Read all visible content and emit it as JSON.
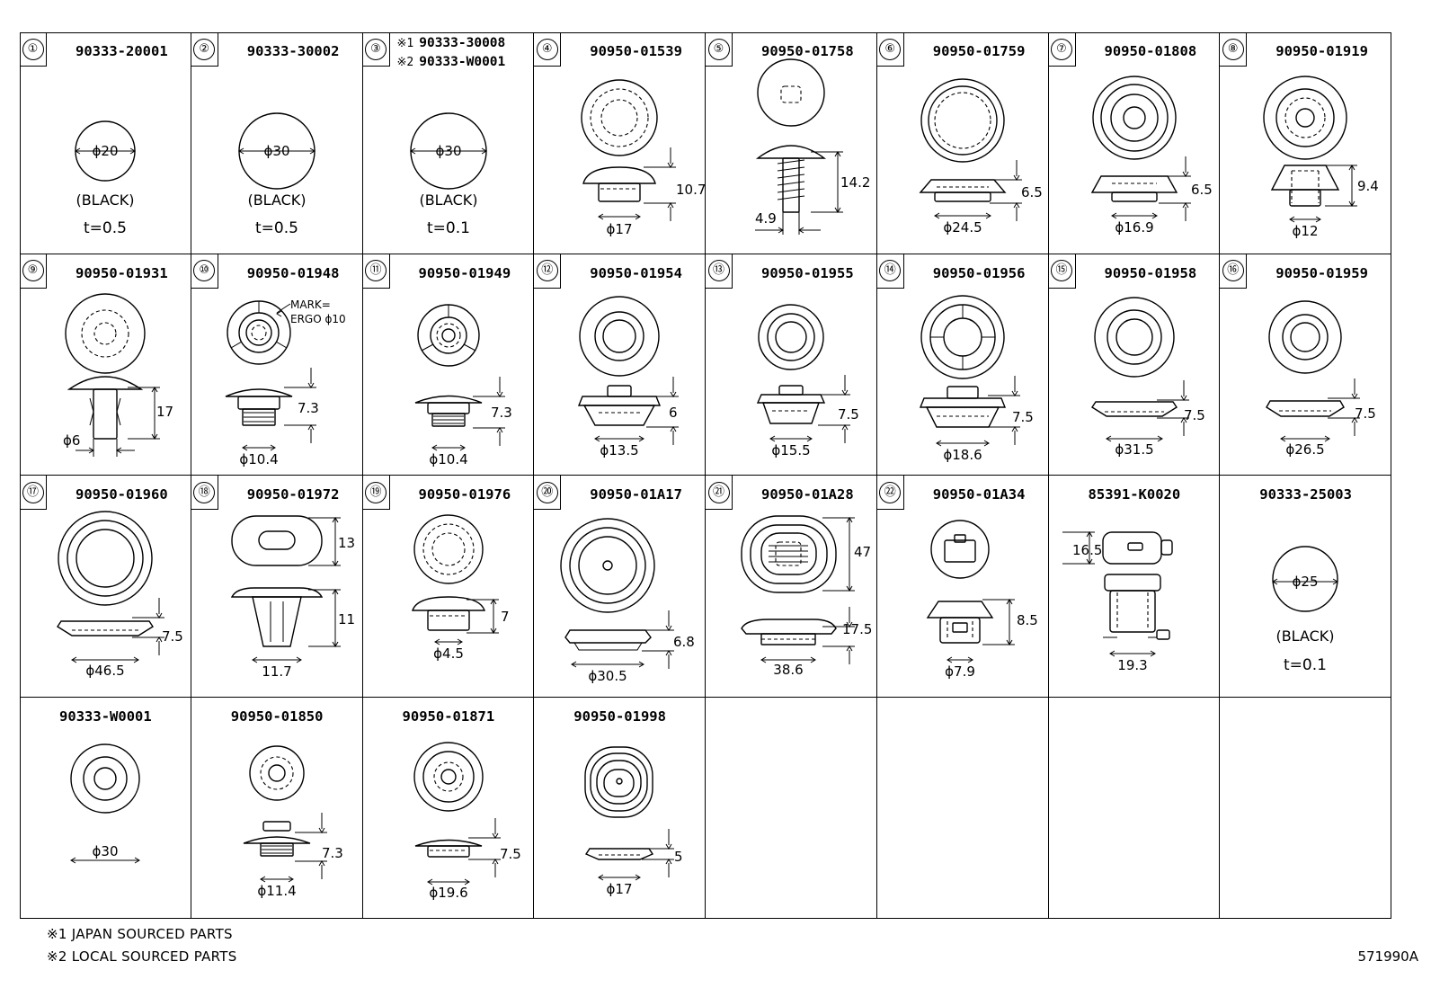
{
  "diagram": {
    "footnotes": [
      "※1 JAPAN SOURCED PARTS",
      "※2 LOCAL SOURCED PARTS"
    ],
    "figure_id": "571990A"
  },
  "parts": [
    {
      "num": "①",
      "pn": "90333-20001",
      "dims": [
        "ϕ20"
      ],
      "color": "(BLACK)",
      "thickness": "t=0.5"
    },
    {
      "num": "②",
      "pn": "90333-30002",
      "dims": [
        "ϕ30"
      ],
      "color": "(BLACK)",
      "thickness": "t=0.5"
    },
    {
      "num": "③",
      "pn_lines": [
        {
          "mark": "※1",
          "pn": "90333-30008"
        },
        {
          "mark": "※2",
          "pn": "90333-W0001"
        }
      ],
      "dims": [
        "ϕ30"
      ],
      "color": "(BLACK)",
      "thickness": "t=0.1"
    },
    {
      "num": "④",
      "pn": "90950-01539",
      "dims": [
        "10.7",
        "ϕ17"
      ]
    },
    {
      "num": "⑤",
      "pn": "90950-01758",
      "dims": [
        "14.2",
        "4.9"
      ]
    },
    {
      "num": "⑥",
      "pn": "90950-01759",
      "dims": [
        "6.5",
        "ϕ24.5"
      ]
    },
    {
      "num": "⑦",
      "pn": "90950-01808",
      "dims": [
        "6.5",
        "ϕ16.9"
      ]
    },
    {
      "num": "⑧",
      "pn": "90950-01919",
      "dims": [
        "9.4",
        "ϕ12"
      ]
    },
    {
      "num": "⑨",
      "pn": "90950-01931",
      "dims": [
        "17",
        "ϕ6"
      ]
    },
    {
      "num": "⑩",
      "pn": "90950-01948",
      "dims": [
        "7.3",
        "ϕ10.4"
      ],
      "notes": [
        "MARK=",
        "ERGO ϕ10"
      ]
    },
    {
      "num": "⑪",
      "pn": "90950-01949",
      "dims": [
        "7.3",
        "ϕ10.4"
      ]
    },
    {
      "num": "⑫",
      "pn": "90950-01954",
      "dims": [
        "6",
        "ϕ13.5"
      ]
    },
    {
      "num": "⑬",
      "pn": "90950-01955",
      "dims": [
        "7.5",
        "ϕ15.5"
      ]
    },
    {
      "num": "⑭",
      "pn": "90950-01956",
      "dims": [
        "7.5",
        "ϕ18.6"
      ]
    },
    {
      "num": "⑮",
      "pn": "90950-01958",
      "dims": [
        "7.5",
        "ϕ31.5"
      ]
    },
    {
      "num": "⑯",
      "pn": "90950-01959",
      "dims": [
        "7.5",
        "ϕ26.5"
      ]
    },
    {
      "num": "⑰",
      "pn": "90950-01960",
      "dims": [
        "7.5",
        "ϕ46.5"
      ]
    },
    {
      "num": "⑱",
      "pn": "90950-01972",
      "dims": [
        "13",
        "11",
        "11.7"
      ]
    },
    {
      "num": "⑲",
      "pn": "90950-01976",
      "dims": [
        "7",
        "ϕ4.5"
      ]
    },
    {
      "num": "⑳",
      "pn": "90950-01A17",
      "dims": [
        "6.8",
        "ϕ30.5"
      ]
    },
    {
      "num": "㉑",
      "pn": "90950-01A28",
      "dims": [
        "47",
        "17.5",
        "38.6"
      ]
    },
    {
      "num": "㉒",
      "pn": "90950-01A34",
      "dims": [
        "8.5",
        "ϕ7.9"
      ]
    },
    {
      "num": "",
      "pn": "85391-K0020",
      "dims": [
        "16.5",
        "19.3"
      ]
    },
    {
      "num": "",
      "pn": "90333-25003",
      "dims": [
        "ϕ25"
      ],
      "color": "(BLACK)",
      "thickness": "t=0.1"
    },
    {
      "num": "",
      "pn": "90333-W0001",
      "dims": [
        "ϕ30"
      ]
    },
    {
      "num": "",
      "pn": "90950-01850",
      "dims": [
        "7.3",
        "ϕ11.4"
      ]
    },
    {
      "num": "",
      "pn": "90950-01871",
      "dims": [
        "7.5",
        "ϕ19.6"
      ]
    },
    {
      "num": "",
      "pn": "90950-01998",
      "dims": [
        "5",
        "ϕ17"
      ]
    }
  ]
}
